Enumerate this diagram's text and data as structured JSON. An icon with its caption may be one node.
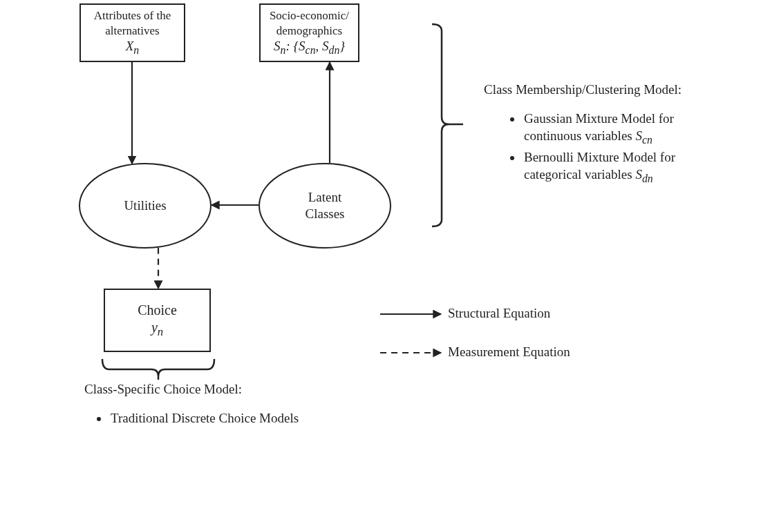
{
  "diagram": {
    "nodes": [
      {
        "text": [
          "Attributes of the alternatives",
          "X$_{n}$"
        ]
      },
      {
        "text": [
          "Socio-economic/ demographics",
          "S$_{n}$: {S$_{cn}$, S$_{dn}$}"
        ]
      },
      {
        "text": [
          "Utilities"
        ]
      },
      {
        "text": [
          "Latent Classes"
        ]
      },
      {
        "text": [
          "Choice",
          "y$_{n}$"
        ]
      }
    ],
    "edges": [
      {
        "from": 0,
        "to": 2,
        "arrow": "to"
      },
      {
        "from": 3,
        "to": 1,
        "arrow": "to"
      },
      {
        "from": 3,
        "to": 2,
        "arrow": "to"
      },
      {
        "from": 2,
        "to": 4,
        "arrow": "to",
        "style": "dashed"
      }
    ],
    "labels": [
      "Class Membership/Clustering Model:",
      "Gaussian Mixture Model for continuous variables *S*$_{cn}$",
      "Bernoulli Mixture Model for categorical variables *S*$_{dn}$",
      "Class-Specific Choice Model:",
      "Traditional Discrete Choice Models"
    ],
    "legend": [
      {
        "text": "Structural Equation"
      },
      {
        "text": "Measurement Equation"
      }
    ]
  }
}
